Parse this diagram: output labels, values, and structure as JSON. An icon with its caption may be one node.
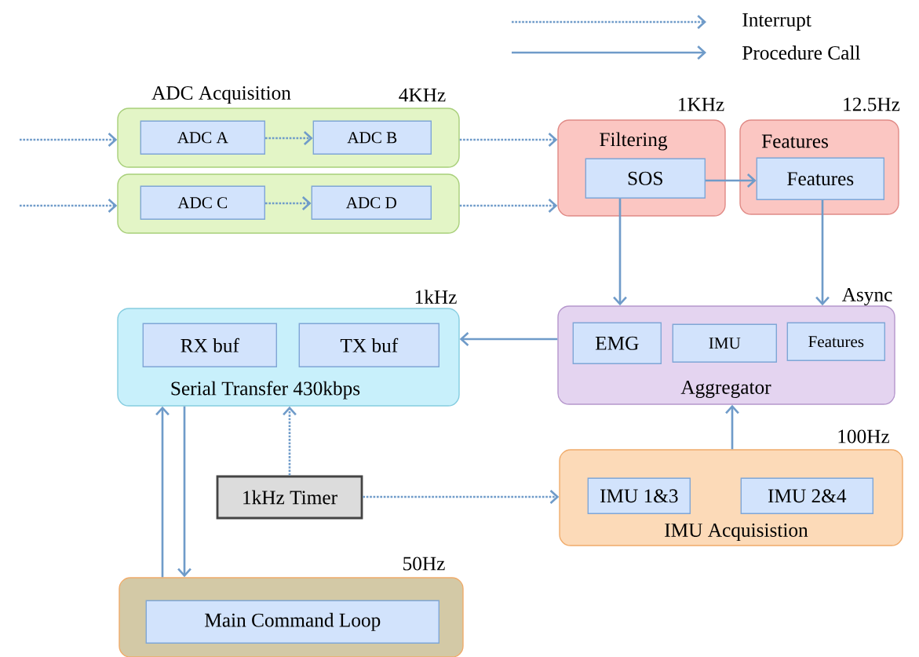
{
  "diagram": {
    "nodes": [
      {
        "text": [
          "ADC Acquisition"
        ],
        "beside": [
          "4KHz"
        ]
      },
      {
        "text": [
          "ADC A"
        ],
        "in": 0
      },
      {
        "text": [
          "ADC B"
        ],
        "in": 0
      },
      {
        "text": [],
        "shape": "box"
      },
      {
        "text": [
          "ADC C"
        ],
        "in": 3
      },
      {
        "text": [
          "ADC D"
        ],
        "in": 3
      },
      {
        "text": [
          "Filtering"
        ],
        "beside": [
          "1KHz"
        ]
      },
      {
        "text": [
          "SOS"
        ],
        "in": 6
      },
      {
        "text": [
          "Features"
        ],
        "beside": [
          "12.5Hz"
        ]
      },
      {
        "text": [
          "Features"
        ],
        "in": 8
      },
      {
        "text": [
          "Serial Transfer 430kbps"
        ],
        "beside": [
          "1kHz"
        ]
      },
      {
        "text": [
          "RX buf"
        ],
        "in": 10
      },
      {
        "text": [
          "TX buf"
        ],
        "in": 10
      },
      {
        "text": [
          "Aggregator"
        ],
        "beside": [
          "Async"
        ]
      },
      {
        "text": [
          "EMG"
        ],
        "in": 13
      },
      {
        "text": [
          "IMU"
        ],
        "in": 13
      },
      {
        "text": [
          "Features"
        ],
        "in": 13
      },
      {
        "text": [
          "1kHz Timer"
        ]
      },
      {
        "text": [
          "IMU Acquisistion"
        ],
        "beside": [
          "100Hz"
        ]
      },
      {
        "text": [
          "IMU 1&3"
        ],
        "in": 18
      },
      {
        "text": [
          "IMU 2&4"
        ],
        "in": 18
      },
      {
        "text": [],
        "shape": "box",
        "beside": [
          "50Hz"
        ]
      },
      {
        "text": [
          "Main Command Loop"
        ],
        "in": 21
      }
    ],
    "edges": [
      {
        "from": null,
        "to": 0,
        "arrow": "to",
        "style": "dashed"
      },
      {
        "from": 1,
        "to": 2,
        "arrow": "to",
        "style": "dashed"
      },
      {
        "from": null,
        "to": 3,
        "arrow": "to",
        "style": "dashed"
      },
      {
        "from": 4,
        "to": 5,
        "arrow": "to",
        "style": "dashed"
      },
      {
        "from": 0,
        "to": 6,
        "arrow": "to",
        "style": "dashed"
      },
      {
        "from": 3,
        "to": 6,
        "arrow": "to",
        "style": "dashed"
      },
      {
        "from": 7,
        "to": 9,
        "arrow": "to"
      },
      {
        "from": 7,
        "to": 13,
        "arrow": "to"
      },
      {
        "from": 9,
        "to": 13,
        "arrow": "to"
      },
      {
        "from": 13,
        "to": 10,
        "arrow": "to"
      },
      {
        "from": 21,
        "to": 10,
        "arrow": "to"
      },
      {
        "from": 10,
        "to": 21,
        "arrow": "to"
      },
      {
        "from": 17,
        "to": 10,
        "arrow": "to",
        "style": "dashed"
      },
      {
        "from": 17,
        "to": 18,
        "arrow": "to",
        "style": "dashed"
      },
      {
        "from": 18,
        "to": 13,
        "arrow": "to"
      }
    ],
    "legend": [
      {
        "text": "Interrupt"
      },
      {
        "text": "Procedure Call"
      }
    ]
  }
}
